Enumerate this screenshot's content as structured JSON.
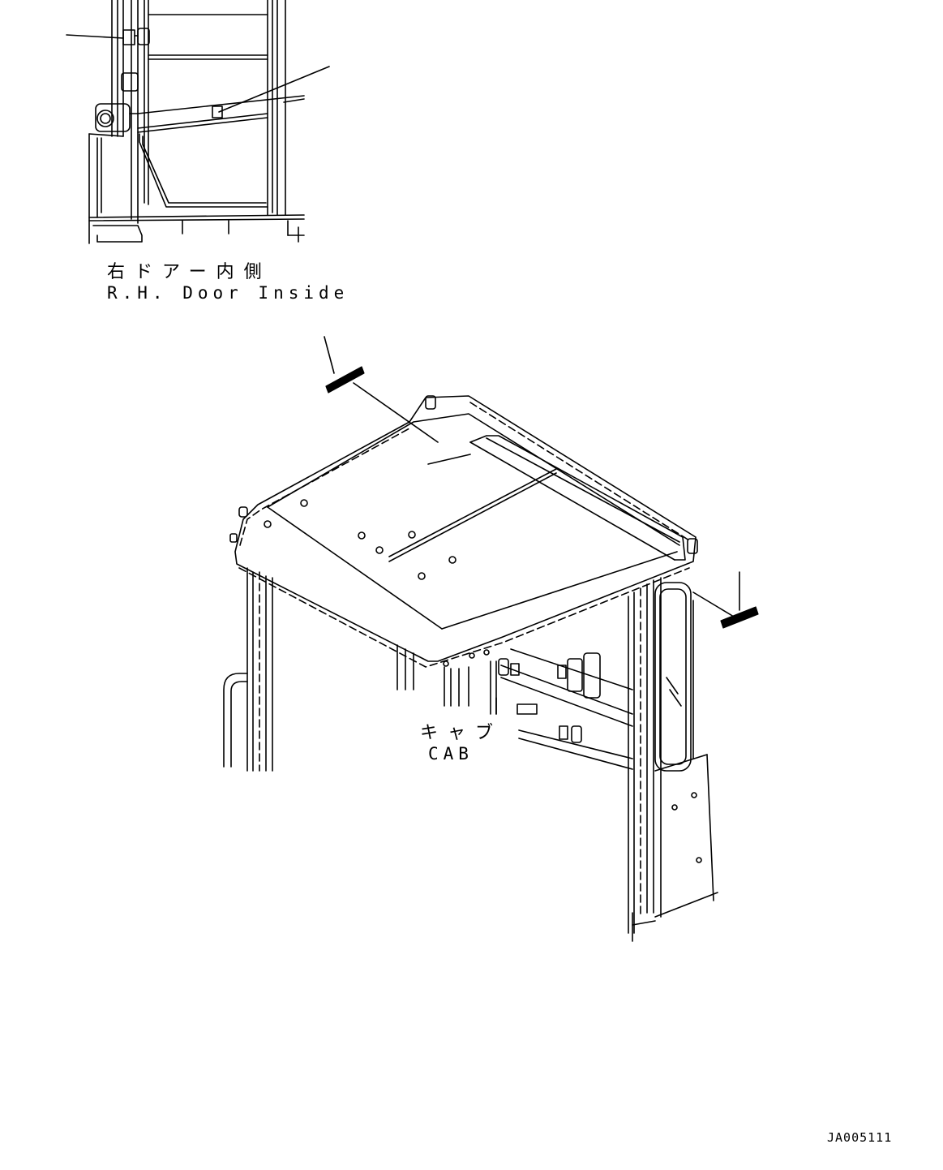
{
  "labels": {
    "door_jp": "右ドアー内側",
    "door_en": "R.H. Door Inside",
    "cab_jp": "キャブ",
    "cab_en": "CAB",
    "figure_id": "JA005111"
  },
  "colors": {
    "line": "#000000",
    "background": "#ffffff"
  }
}
